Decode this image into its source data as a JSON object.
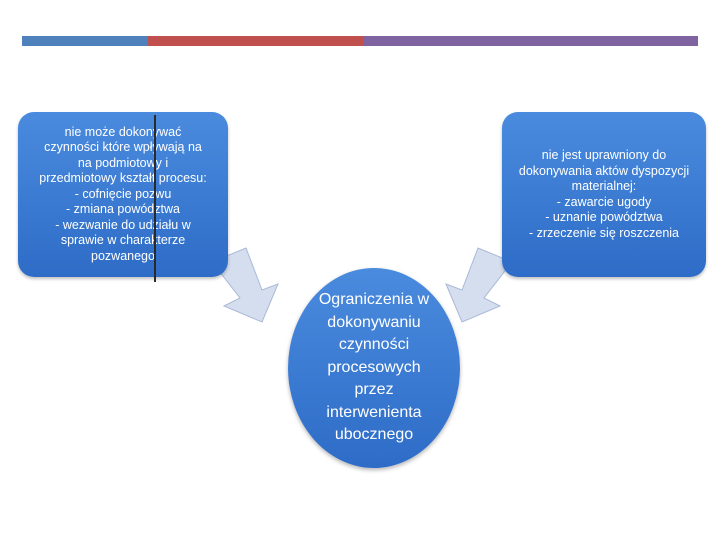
{
  "colors": {
    "bar_blue": "#4F81BD",
    "bar_red": "#C0504D",
    "bar_purple": "#8064A2",
    "box_top": "#4A8BDE",
    "box_bottom": "#2E6CC7",
    "arrow_fill": "#D4DEEE",
    "arrow_stroke": "#A9B9D6"
  },
  "diagram": {
    "left_text": "nie może dokonywać\nczynności które wpływają na\nna podmiotowy i\nprzedmiotowy kształt procesu:\n- cofnięcie pozwu\n- zmiana powództwa\n- wezwanie do udziału w\nsprawie w charakterze\npozwanego",
    "right_text": "nie jest uprawniony do\ndokonywania aktów dyspozycji\nmaterialnej:\n- zawarcie ugody\n- uznanie powództwa\n- zrzeczenie się roszczenia",
    "center_text": "Ograniczenia w\ndokonywaniu\nczynności\nprocesowych\nprzez\ninterwenienta\nubocznego"
  }
}
